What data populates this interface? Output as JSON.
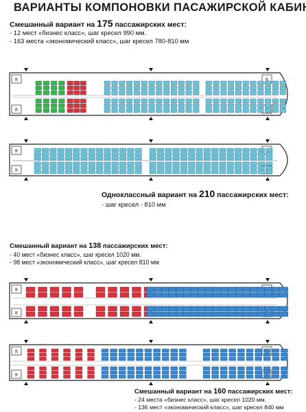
{
  "title": "ВАРИАНТЫ КОМПОНОВКИ ПАСАЖИРСКОЙ КАБИНЫ",
  "colors": {
    "green": "#3bb54a",
    "red": "#d9343a",
    "blue": "#6cc4d8",
    "blue_dark": "#3e86c9",
    "outline": "#222222"
  },
  "layouts": [
    {
      "heading_pre": "Смешанный вариант на ",
      "heading_num": "175",
      "heading_post": " пассажирских мест:",
      "lines": [
        "- 12 мест «бизнес класс», шаг кресел 990 мм.",
        "- 163 места «экономический класс», шаг кресел 780-810 мм"
      ],
      "zones": [
        {
          "cls": "business",
          "color": "green",
          "cols": 4
        },
        {
          "cls": "business",
          "color": "red",
          "cols": 3
        },
        {
          "cls": "economy",
          "color": "blue",
          "cols": 13
        },
        {
          "cls": "economy",
          "color": "blue",
          "cols": 11
        }
      ]
    },
    {
      "heading_pre": "Одноклассный вариант на ",
      "heading_num": "210",
      "heading_post": " пассажирских мест:",
      "lines": [
        "- шаг кресел - 810  мм"
      ],
      "zones": [
        {
          "cls": "economy",
          "color": "blue",
          "cols": 14
        },
        {
          "cls": "economy",
          "color": "blue",
          "cols": 16
        }
      ]
    },
    {
      "heading_pre": "Смешанный вариант на ",
      "heading_num": "138",
      "heading_post": " пассажирских мест:",
      "lines": [
        "- 40 мест «бизнес класс», шаг кресел 1020 мм.",
        "- 98 мест «экономический класс», шаг кресел 810 мм"
      ],
      "zones": [
        {
          "cls": "business",
          "color": "red",
          "cols": 5
        },
        {
          "cls": "business",
          "color": "red",
          "cols": 5
        },
        {
          "cls": "economy",
          "color": "blue_dark",
          "cols": 10
        },
        {
          "cls": "economy",
          "color": "blue_dark",
          "cols": 9
        }
      ]
    },
    {
      "heading_pre": "Смешанный вариант на ",
      "heading_num": "160",
      "heading_post": " пассажирских мест:",
      "lines": [
        "- 24 места «бизнес класс», шаг кресел 1020 мм.",
        "- 136 мест «экономический класс», шаг кресел 840 мм"
      ],
      "zones": [
        {
          "cls": "business",
          "color": "red",
          "cols": 6
        },
        {
          "cls": "economy",
          "color": "blue_dark",
          "cols": 10
        },
        {
          "cls": "economy",
          "color": "blue_dark",
          "cols": 10
        }
      ]
    }
  ],
  "galley_label": "К",
  "icons": [
    "door-arrow-icon",
    "galley-icon",
    "lavatory-icon"
  ]
}
